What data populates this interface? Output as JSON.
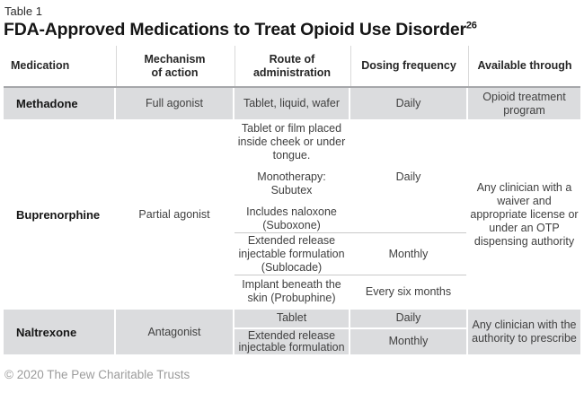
{
  "page": {
    "table_label": "Table 1",
    "title": "FDA-Approved Medications to Treat Opioid Use Disorder",
    "title_superscript": "26",
    "footer": "© 2020 The Pew Charitable Trusts"
  },
  "colors": {
    "row_background": "#dbdcde",
    "header_rule": "#a6a7aa",
    "subrow_divider": "#c9c9c9"
  },
  "table": {
    "headers": [
      "Medication",
      "Mechanism of action",
      "Route of administration",
      "Dosing frequency",
      "Available through"
    ],
    "rows": {
      "methadone": {
        "name": "Methadone",
        "mechanism": "Full agonist",
        "route": "Tablet, liquid, wafer",
        "dosing": "Daily",
        "available": "Opioid treatment program"
      },
      "buprenorphine": {
        "name": "Buprenorphine",
        "mechanism": "Partial agonist",
        "available": "Any clinician with a waiver and appropriate license or under an OTP dispensing authority",
        "subrows": [
          {
            "route_paragraphs": [
              "Tablet or film placed inside cheek or under tongue.",
              "Monotherapy: Subutex",
              "Includes naloxone (Suboxone)"
            ],
            "dosing": "Daily"
          },
          {
            "route": "Extended release injectable formulation (Sublocade)",
            "dosing": "Monthly"
          },
          {
            "route": "Implant beneath the skin (Probuphine)",
            "dosing": "Every six months"
          }
        ]
      },
      "naltrexone": {
        "name": "Naltrexone",
        "mechanism": "Antagonist",
        "available": "Any clinician with the authority to prescribe",
        "subrows": [
          {
            "route": "Tablet",
            "dosing": "Daily"
          },
          {
            "route": "Extended release injectable formulation",
            "dosing": "Monthly"
          }
        ]
      }
    }
  }
}
